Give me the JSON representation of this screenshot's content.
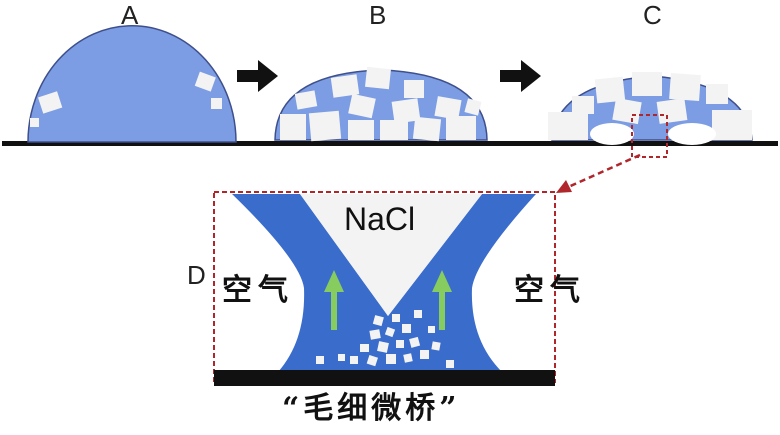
{
  "labels": {
    "a": "A",
    "b": "B",
    "c": "C",
    "d": "D"
  },
  "zoom": {
    "salt": "NaCl",
    "air_left": "空气",
    "air_right": "空气"
  },
  "caption": "“毛细微桥”",
  "colors": {
    "droplet": "#7c9de3",
    "droplet_edge": "#3e4f8c",
    "bridge": "#3a6ccc",
    "arrow_green": "#86cc5e",
    "salt": "#f3f3f3",
    "dashed": "#b0262a",
    "black": "#111111"
  }
}
